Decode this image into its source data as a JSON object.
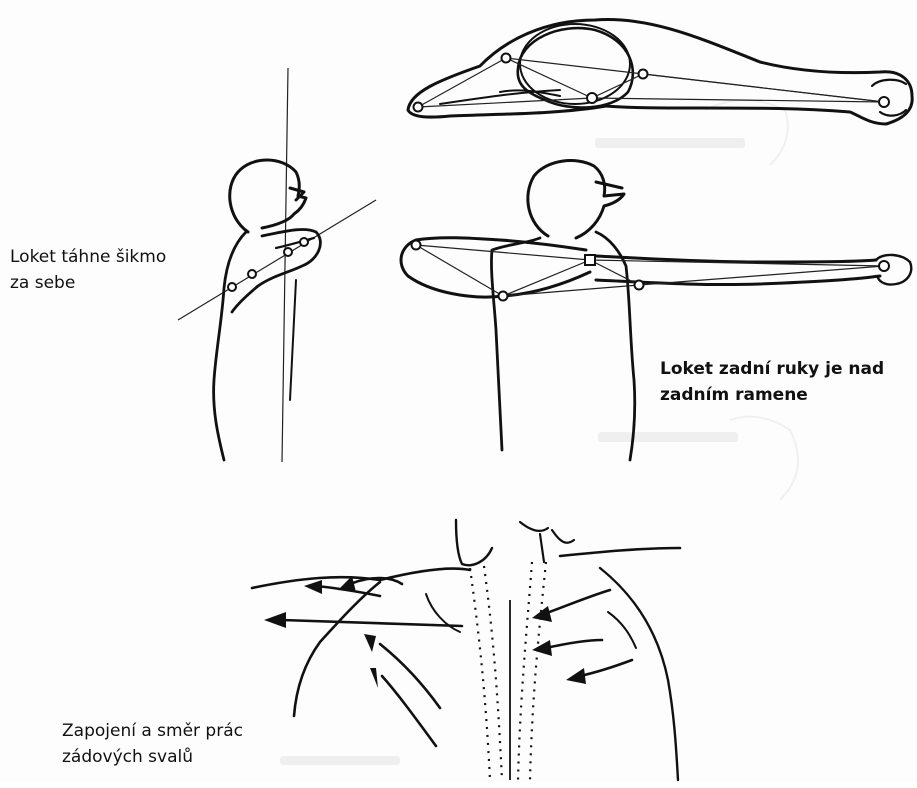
{
  "figure": {
    "captions": {
      "side_view": [
        "Loket táhne šikmo",
        "za sebe"
      ],
      "back_view": [
        "Loket zadní ruky je nad",
        "zadním ramene"
      ],
      "back_muscles": [
        "Zapojení a směr prác",
        "zádových svalů"
      ]
    },
    "colors": {
      "ink": "#111111",
      "paper": "#fdfdfd",
      "bleed_through": "#e4e4e4"
    }
  }
}
